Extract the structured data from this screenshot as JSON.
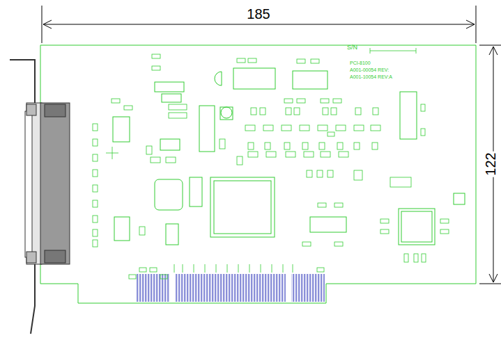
{
  "diagram": {
    "labels": [
      "185",
      "122",
      "S/N",
      "PCI-8100",
      "A001-00054 REV:",
      "A001-10054 REV:A"
    ]
  }
}
